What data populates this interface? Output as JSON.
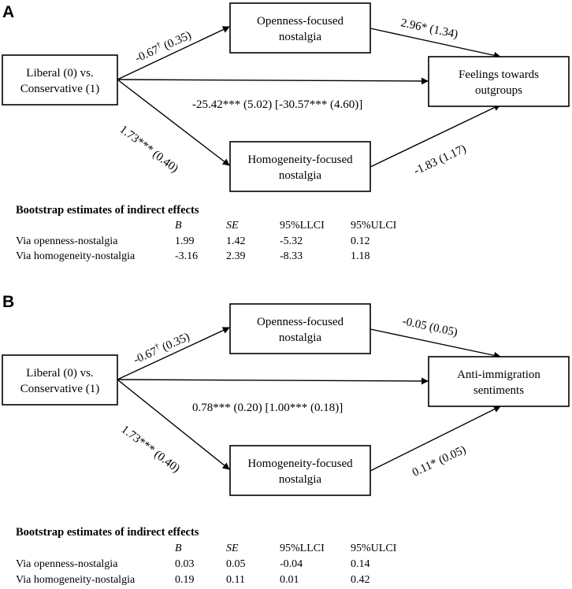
{
  "colors": {
    "ink": "#000000",
    "background": "#ffffff"
  },
  "panels": [
    {
      "label": "A",
      "nodes": {
        "predictor": [
          "Liberal (0) vs.",
          "Conservative (1)"
        ],
        "mediator_top": [
          "Openness-focused",
          "nostalgia"
        ],
        "mediator_bottom": [
          "Homogeneity-focused",
          "nostalgia"
        ],
        "outcome": [
          "Feelings towards",
          "outgroups"
        ]
      },
      "paths": {
        "a_top": {
          "coef": "-0.67",
          "sup": "†",
          "se": " (0.35)"
        },
        "b_top": {
          "coef": "2.96*",
          "sup": "",
          "se": " (1.34)"
        },
        "a_bottom": {
          "coef": "1.73***",
          "sup": "",
          "se": " (0.40)"
        },
        "b_bottom": {
          "coef": "-1.83",
          "sup": "",
          "se": " (1.17)"
        },
        "direct": "-25.42*** (5.02) [-30.57*** (4.60)]"
      },
      "table": {
        "title": "Bootstrap estimates of indirect effects",
        "headers": [
          "B",
          "SE",
          "95%LLCI",
          "95%ULCI"
        ],
        "rows": [
          {
            "label": "Via openness-nostalgia",
            "values": [
              "1.99",
              "1.42",
              "-5.32",
              "0.12"
            ]
          },
          {
            "label": "Via homogeneity-nostalgia",
            "values": [
              "-3.16",
              "2.39",
              "-8.33",
              "1.18"
            ]
          }
        ]
      }
    },
    {
      "label": "B",
      "nodes": {
        "predictor": [
          "Liberal (0) vs.",
          "Conservative (1)"
        ],
        "mediator_top": [
          "Openness-focused",
          "nostalgia"
        ],
        "mediator_bottom": [
          "Homogeneity-focused",
          "nostalgia"
        ],
        "outcome": [
          "Anti-immigration",
          "sentiments"
        ]
      },
      "paths": {
        "a_top": {
          "coef": "-0.67",
          "sup": "†",
          "se": " (0.35)"
        },
        "b_top": {
          "coef": "-0.05",
          "sup": "",
          "se": " (0.05)"
        },
        "a_bottom": {
          "coef": "1.73***",
          "sup": "",
          "se": " (0.40)"
        },
        "b_bottom": {
          "coef": "0.11*",
          "sup": "",
          "se": " (0.05)"
        },
        "direct": "0.78*** (0.20) [1.00*** (0.18)]"
      },
      "table": {
        "title": "Bootstrap estimates of indirect effects",
        "headers": [
          "B",
          "SE",
          "95%LLCI",
          "95%ULCI"
        ],
        "rows": [
          {
            "label": "Via openness-nostalgia",
            "values": [
              "0.03",
              "0.05",
              "-0.04",
              "0.14"
            ]
          },
          {
            "label": "Via homogeneity-nostalgia",
            "values": [
              "0.19",
              "0.11",
              "0.01",
              "0.42"
            ]
          }
        ]
      }
    }
  ]
}
